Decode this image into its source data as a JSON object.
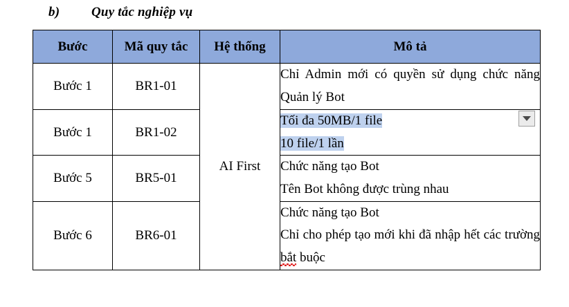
{
  "heading": {
    "label": "b)",
    "title": "Quy tắc nghiệp vụ"
  },
  "table": {
    "columns": [
      {
        "key": "step",
        "header": "Bước"
      },
      {
        "key": "code",
        "header": "Mã quy tắc"
      },
      {
        "key": "system",
        "header": "Hệ thống"
      },
      {
        "key": "description",
        "header": "Mô tả"
      }
    ],
    "merged_system_value": "AI First",
    "rows": [
      {
        "step": "Bước 1",
        "code": "BR1-01",
        "description_lines": [
          "Chỉ Admin mới có quyền sử dụng chức năng Quản lý Bot"
        ]
      },
      {
        "step": "Bước 1",
        "code": "BR1-02",
        "description_lines": [
          "Tối đa 50MB/1 file",
          "10 file/1 lần"
        ],
        "selected": true
      },
      {
        "step": "Bước 5",
        "code": "BR5-01",
        "description_lines": [
          "Chức năng tạo Bot",
          "Tên Bot không được trùng nhau"
        ]
      },
      {
        "step": "Bước 6",
        "code": "BR6-01",
        "description_lines": [
          "Chức năng tạo Bot",
          "Chỉ cho phép tạo mới khi đã nhập hết các trường bắt buộc"
        ],
        "misspelled_word": "bắt"
      }
    ]
  },
  "overlay": {
    "dropdown_icon": "chevron-down-icon"
  },
  "colors": {
    "header_fill": "#8EA9DB",
    "selection_highlight": "#BED1EE",
    "border": "#000000",
    "spellcheck_underline": "#E01B1B",
    "button_fill": "#EBEBEB",
    "button_border": "#A0A0A0"
  }
}
